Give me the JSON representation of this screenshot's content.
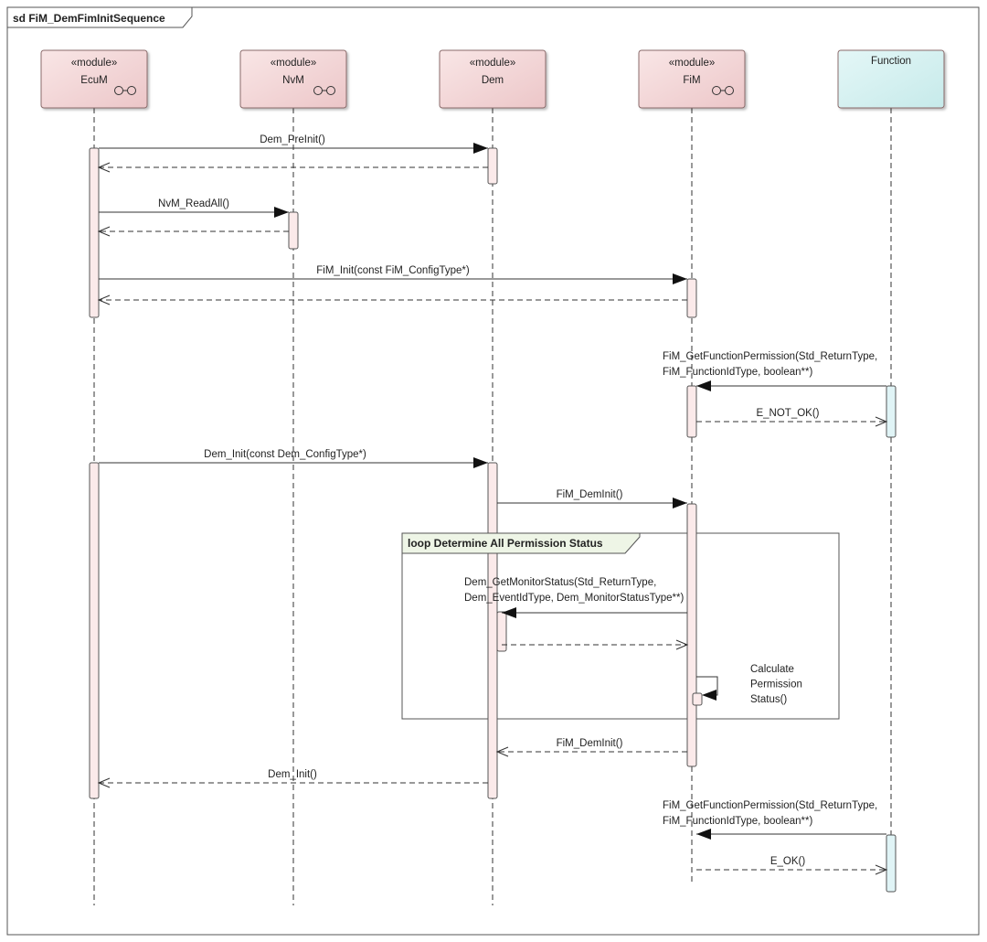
{
  "diagram": {
    "frame_title": "sd FiM_DemFimInitSequence",
    "lifelines": [
      {
        "stereotype": "«module»",
        "name": "EcuM",
        "component_icon": true,
        "kind": "module"
      },
      {
        "stereotype": "«module»",
        "name": "NvM",
        "component_icon": true,
        "kind": "module"
      },
      {
        "stereotype": "«module»",
        "name": "Dem",
        "component_icon": false,
        "kind": "module"
      },
      {
        "stereotype": "«module»",
        "name": "FiM",
        "component_icon": true,
        "kind": "module"
      },
      {
        "stereotype": "",
        "name": "Function",
        "component_icon": false,
        "kind": "actor"
      }
    ],
    "messages": [
      {
        "label": [
          "Dem_PreInit()"
        ],
        "from": "EcuM",
        "to": "Dem",
        "type": "call"
      },
      {
        "label": [],
        "from": "Dem",
        "to": "EcuM",
        "type": "return"
      },
      {
        "label": [
          "NvM_ReadAll()"
        ],
        "from": "EcuM",
        "to": "NvM",
        "type": "call"
      },
      {
        "label": [],
        "from": "NvM",
        "to": "EcuM",
        "type": "return"
      },
      {
        "label": [
          "FiM_Init(const FiM_ConfigType*)"
        ],
        "from": "EcuM",
        "to": "FiM",
        "type": "call"
      },
      {
        "label": [],
        "from": "FiM",
        "to": "EcuM",
        "type": "return"
      },
      {
        "label": [
          "FiM_GetFunctionPermission(Std_ReturnType,",
          "FiM_FunctionIdType, boolean**)"
        ],
        "from": "Function",
        "to": "FiM",
        "type": "call"
      },
      {
        "label": [
          "E_NOT_OK()"
        ],
        "from": "FiM",
        "to": "Function",
        "type": "return"
      },
      {
        "label": [
          "Dem_Init(const Dem_ConfigType*)"
        ],
        "from": "EcuM",
        "to": "Dem",
        "type": "call"
      },
      {
        "label": [
          "FiM_DemInit()"
        ],
        "from": "Dem",
        "to": "FiM",
        "type": "call"
      },
      {
        "label": [
          "Dem_GetMonitorStatus(Std_ReturnType,",
          "Dem_EventIdType, Dem_MonitorStatusType**)"
        ],
        "from": "FiM",
        "to": "Dem",
        "type": "call"
      },
      {
        "label": [],
        "from": "Dem",
        "to": "FiM",
        "type": "return"
      },
      {
        "label": [
          "Calculate",
          "Permission",
          "Status()"
        ],
        "from": "FiM",
        "to": "FiM",
        "type": "self"
      },
      {
        "label": [
          "FiM_DemInit()"
        ],
        "from": "FiM",
        "to": "Dem",
        "type": "return"
      },
      {
        "label": [
          "Dem_Init()"
        ],
        "from": "Dem",
        "to": "EcuM",
        "type": "return"
      },
      {
        "label": [
          "FiM_GetFunctionPermission(Std_ReturnType,",
          "FiM_FunctionIdType, boolean**)"
        ],
        "from": "Function",
        "to": "FiM",
        "type": "call"
      },
      {
        "label": [
          "E_OK()"
        ],
        "from": "FiM",
        "to": "Function",
        "type": "return"
      }
    ],
    "fragments": [
      {
        "operator": "loop",
        "guard": "Determine All Permission Status",
        "title": "loop Determine All Permission Status"
      }
    ],
    "colors": {
      "module_fill": "#f6dede",
      "module_fill_dark": "#ecc4c6",
      "function_fill": "#d8f2f2",
      "activation_fill": "#fbeaea",
      "function_activation_fill": "#e0f4f6",
      "fragment_tab_fill": "#eef5e6",
      "line": "#333333"
    }
  }
}
